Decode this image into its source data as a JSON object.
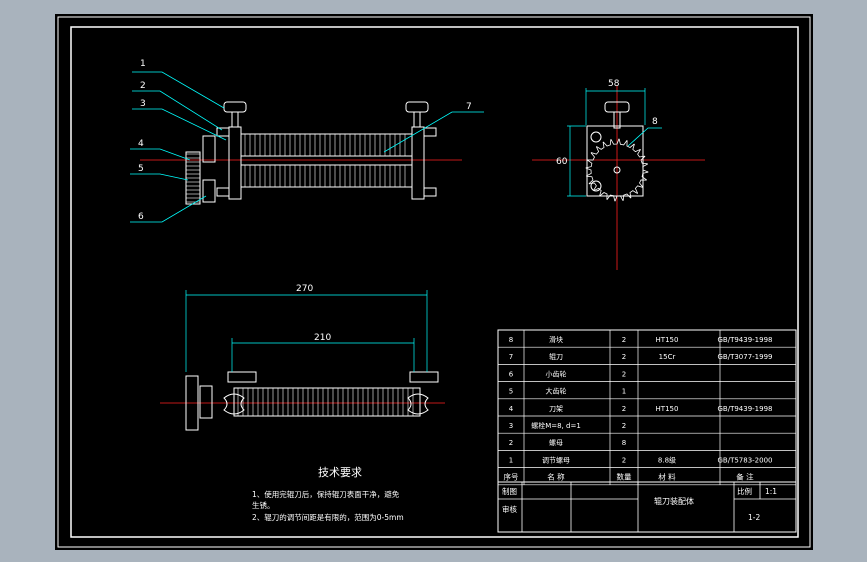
{
  "colors": {
    "background": "#a9b3bd",
    "sheet": "#000000",
    "line": "#ffffff",
    "dimension": "#00ffff",
    "centerline": "#ff2020",
    "part": "#ffffff"
  },
  "callouts": {
    "c1": "1",
    "c2": "2",
    "c3": "3",
    "c4": "4",
    "c5": "5",
    "c6": "6",
    "c7": "7",
    "c8": "8"
  },
  "dimensions": {
    "width_58": "58",
    "height_60": "60",
    "overall_270": "270",
    "roller_210": "210"
  },
  "notes": {
    "heading": "技术要求",
    "line1": "1、使用完辊刀后，保持辊刀表面干净，避免",
    "line2": "生锈。",
    "line3": "2、辊刀的调节间距是有限的，范围为0-5mm"
  },
  "bom": {
    "rows": [
      {
        "no": "8",
        "name": "滑块",
        "qty": "2",
        "material": "HT150",
        "remark": "GB/T9439-1998"
      },
      {
        "no": "7",
        "name": "辊刀",
        "qty": "2",
        "material": "15Cr",
        "remark": "GB/T3077-1999"
      },
      {
        "no": "6",
        "name": "小齿轮",
        "qty": "2",
        "material": "",
        "remark": ""
      },
      {
        "no": "5",
        "name": "大齿轮",
        "qty": "1",
        "material": "",
        "remark": ""
      },
      {
        "no": "4",
        "name": "刀架",
        "qty": "2",
        "material": "HT150",
        "remark": "GB/T9439-1998"
      },
      {
        "no": "3",
        "name": "螺栓M=8, d=1",
        "qty": "2",
        "material": "",
        "remark": ""
      },
      {
        "no": "2",
        "name": "螺母",
        "qty": "8",
        "material": "",
        "remark": ""
      },
      {
        "no": "1",
        "name": "调节螺母",
        "qty": "2",
        "material": "8.8级",
        "remark": "GB/T5783-2000"
      }
    ],
    "header": {
      "no": "序号",
      "name": "名 称",
      "qty": "数量",
      "material": "材 料",
      "remark": "备 注"
    }
  },
  "title_block": {
    "drawn_label": "制图",
    "checked_label": "审核",
    "title": "辊刀装配体",
    "scale_label": "比例",
    "scale_value": "1:1",
    "sheet_no": "1-2"
  }
}
